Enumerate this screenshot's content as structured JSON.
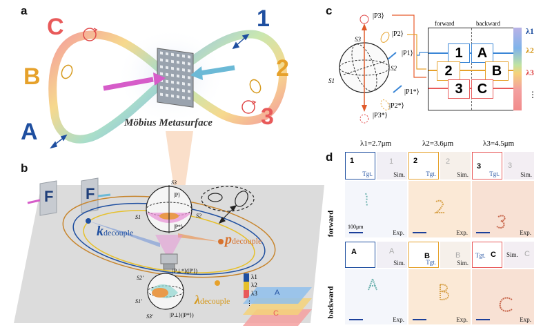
{
  "panels": {
    "a": "a",
    "b": "b",
    "c": "c",
    "d": "d"
  },
  "panel_a": {
    "letters": {
      "c": "C",
      "b": "B",
      "a": "A",
      "n1": "1",
      "n2": "2",
      "n3": "3"
    },
    "caption": "Möbius Metasurface",
    "colors": {
      "c": "#e85a5a",
      "b": "#e6a12b",
      "a": "#1f4fa0",
      "n1": "#1f4fa0",
      "n2": "#e6a12b",
      "n3": "#e85a5a"
    }
  },
  "panel_b": {
    "screen_letter": "F",
    "sphere_top": {
      "s3": "S3",
      "s1": "S1",
      "s2": "S2",
      "p": "|P⟩",
      "p_perp": "|P*⟩"
    },
    "sphere_bottom": {
      "s3": "S3'",
      "s1": "S1'",
      "s2": "S2'",
      "p1": "|P⊥*⟩(|P'⟩)",
      "p2": "|P⊥⟩(|P*⟩)"
    },
    "k_decouple": {
      "main": "k",
      "sub": "decouple"
    },
    "p_decouple": {
      "main": "p",
      "sub": "decouple"
    },
    "lambda_decouple": {
      "main": "λ",
      "sub": "decouple"
    },
    "lambdas": [
      "λ1",
      "λ2",
      "λ3",
      "⋮"
    ],
    "layer_letters": [
      "A",
      "C"
    ]
  },
  "panel_c": {
    "states": [
      "|P3⟩",
      "|P2⟩",
      "|P1⟩",
      "|P1*⟩",
      "|P2*⟩",
      "|P3*⟩"
    ],
    "axes": {
      "s1": "S1",
      "s2": "S2",
      "s3": "S3"
    },
    "forward": "forward",
    "backward": "backward",
    "cells": [
      "1",
      "A",
      "2",
      "B",
      "3",
      "C"
    ],
    "lambdas": [
      "λ1",
      "λ2",
      "λ3",
      "⋮"
    ]
  },
  "panel_d": {
    "col_headers": [
      "λ1=2.7μm",
      "λ2=3.6μm",
      "λ3=4.5μm"
    ],
    "row_labels": [
      "forward",
      "backward"
    ],
    "tgt": "Tgt.",
    "sim": "Sim.",
    "exp": "Exp.",
    "scale": "100μm",
    "forward_labels": [
      "1",
      "2",
      "3"
    ],
    "backward_labels": [
      "A",
      "B",
      "C"
    ]
  }
}
